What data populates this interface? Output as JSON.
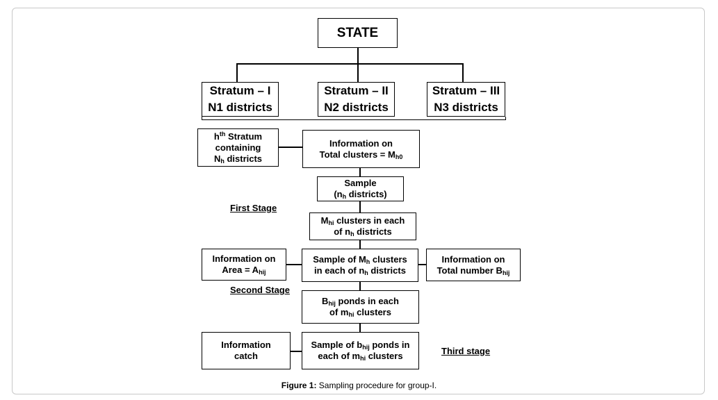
{
  "state": "STATE",
  "strata": [
    {
      "line1": "Stratum – I",
      "line2": "N1 districts"
    },
    {
      "line1": "Stratum – II",
      "line2": "N2 districts"
    },
    {
      "line1": "Stratum – III",
      "line2": "N3 districts"
    }
  ],
  "hstratum": {
    "h": "h",
    "th": "th",
    "stratum": " Stratum",
    "containing": "containing",
    "N": "N",
    "Nsub": "h",
    "districts": " districts"
  },
  "totalclusters": {
    "line1": "Information on",
    "line2": "Total clusters = M",
    "sub": "h0"
  },
  "sample1": {
    "line1": "Sample",
    "open": "(n",
    "sub": "h",
    "close": " districts)"
  },
  "mhi": {
    "M": "M",
    "Msub": "hi",
    "rest": "  clusters in each",
    "of": "of n",
    "ofsub": "h",
    "districts": " districts"
  },
  "sample2": {
    "pre": "Sample of  M",
    "sub": "h",
    "post": " clusters",
    "line2a": "in each of n",
    "line2sub": "h",
    "line2b": " districts"
  },
  "area": {
    "line1": "Information on",
    "pre": "Area = A",
    "sub": "hij"
  },
  "totalnumber": {
    "line1": "Information on",
    "pre": "Total number B",
    "sub": "hij"
  },
  "bhij": {
    "B": "B",
    "Bsub": "hij",
    "rest": " ponds in each",
    "of": "of  m",
    "ofsub": "hi",
    "clusters": " clusters"
  },
  "catch": {
    "line1": "Information",
    "line2": "catch"
  },
  "sample3": {
    "pre": "Sample of b",
    "sub": "hij",
    "post": " ponds in",
    "line2a": "each of  m",
    "line2sub": "hi",
    "line2b": " clusters"
  },
  "stages": {
    "first": "First Stage",
    "second": "Second Stage",
    "third": "Third stage"
  },
  "caption": {
    "bold": "Figure 1:",
    "text": " Sampling procedure for group-I."
  }
}
